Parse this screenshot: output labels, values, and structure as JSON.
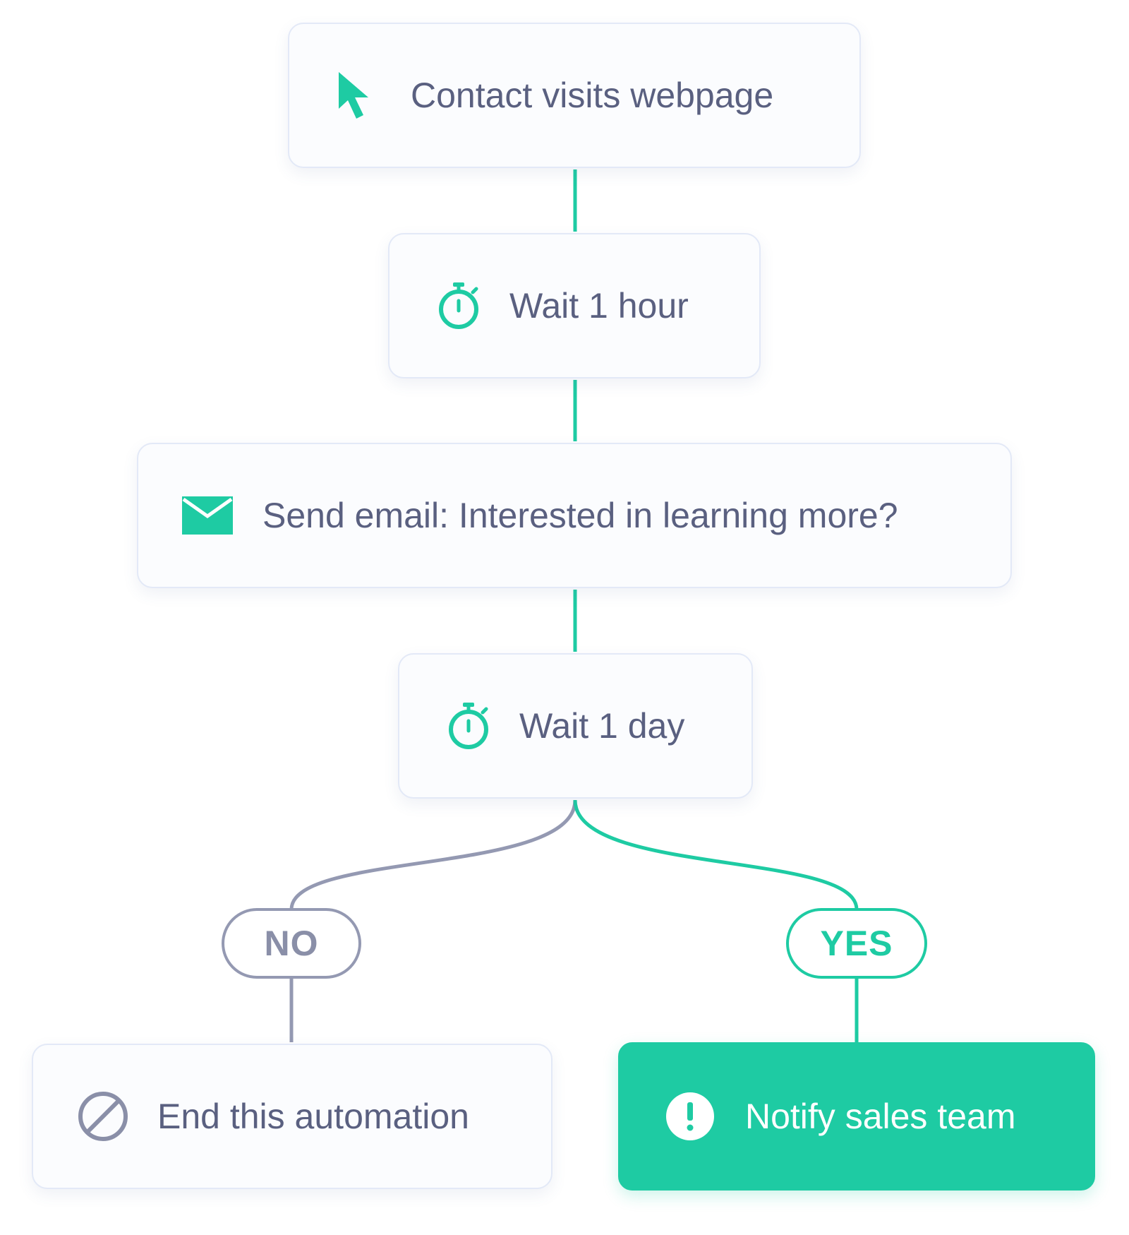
{
  "colors": {
    "accent": "#1ecba3",
    "neutral_branch": "#9499b2",
    "text": "#5a6080",
    "card_border": "#e3e9f7"
  },
  "flow": {
    "trigger": {
      "label": "Contact visits webpage",
      "icon": "cursor-icon"
    },
    "wait_hour": {
      "label": "Wait 1 hour",
      "icon": "stopwatch-icon"
    },
    "send_email": {
      "label": "Send email: Interested in learning more?",
      "icon": "envelope-icon"
    },
    "wait_day": {
      "label": "Wait 1 day",
      "icon": "stopwatch-icon"
    },
    "branch": {
      "no_label": "NO",
      "yes_label": "YES"
    },
    "end": {
      "label": "End this automation",
      "icon": "prohibited-icon"
    },
    "notify": {
      "label": "Notify sales team",
      "icon": "alert-icon"
    }
  }
}
